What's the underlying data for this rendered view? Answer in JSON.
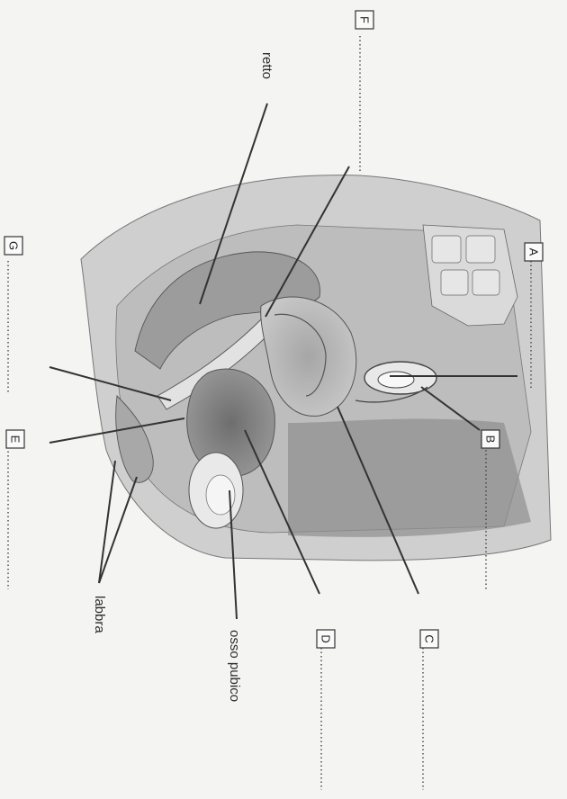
{
  "labels": {
    "retto": "retto",
    "labbra": "labbra",
    "osso_pubico": "osso pubico"
  },
  "answer_boxes": {
    "A": "A",
    "B": "B",
    "C": "C",
    "D": "D",
    "E": "E",
    "F": "F",
    "G": "G"
  },
  "colors": {
    "background": "#f4f4f2",
    "tissue_dark": "#8a8a8a",
    "tissue_mid": "#b3b3b3",
    "tissue_light": "#d4d4d4",
    "line": "#333333"
  }
}
